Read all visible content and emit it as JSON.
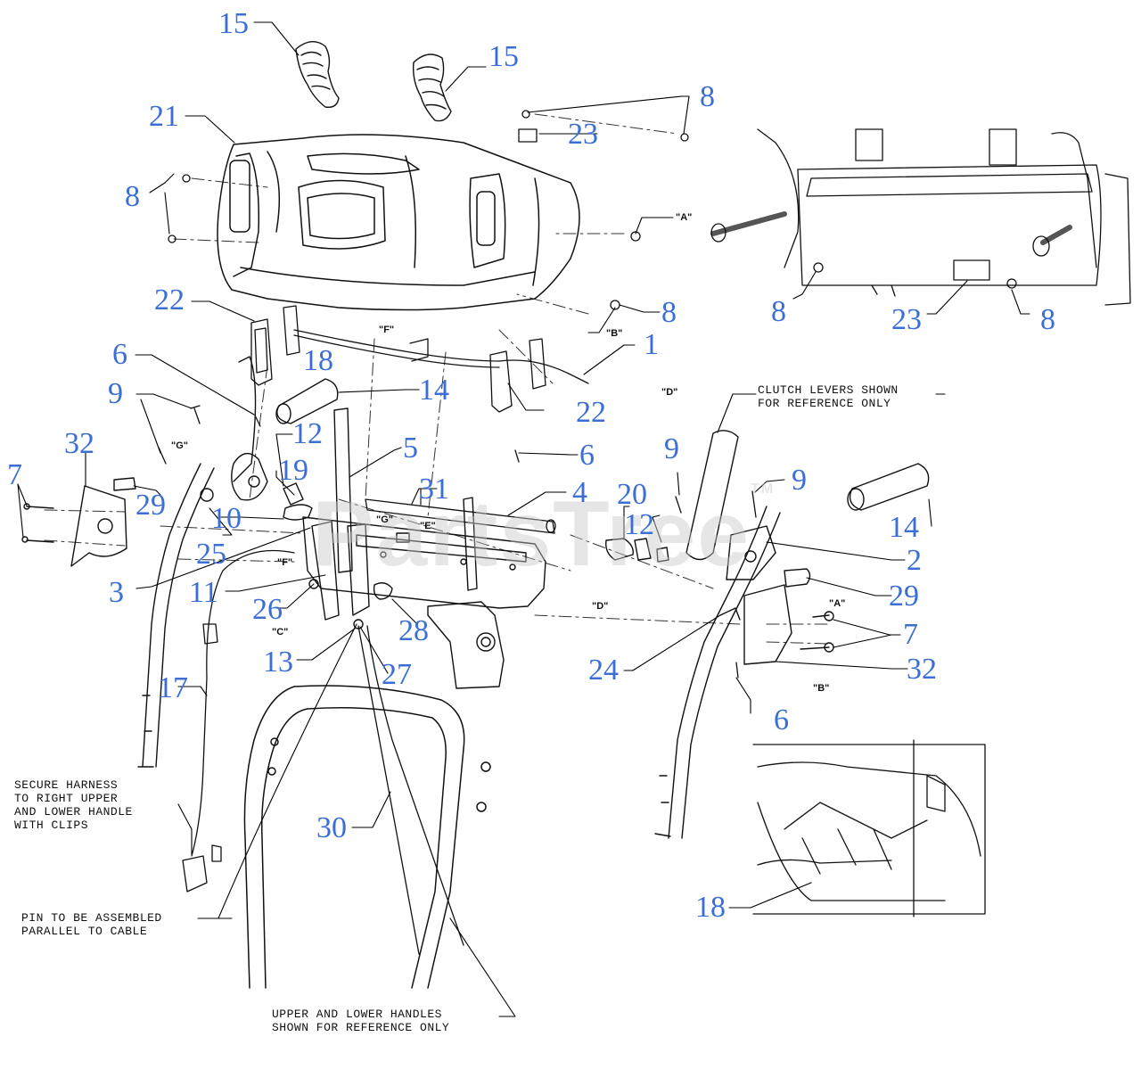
{
  "watermark": "PartsTree",
  "trademark": "TM",
  "callouts": [
    "15",
    "15",
    "8",
    "23",
    "21",
    "8",
    "8",
    "22",
    "1",
    "6",
    "18",
    "14",
    "9",
    "22",
    "12",
    "5",
    "32",
    "19",
    "6",
    "7",
    "29",
    "31",
    "4",
    "20",
    "9",
    "9",
    "10",
    "12",
    "14",
    "25",
    "2",
    "3",
    "11",
    "29",
    "26",
    "28",
    "7",
    "24",
    "13",
    "27",
    "32",
    "17",
    "6",
    "30",
    "8",
    "23",
    "8",
    "18"
  ],
  "notes": {
    "clutch": "CLUTCH LEVERS SHOWN\nFOR REFERENCE ONLY",
    "harness": "SECURE HARNESS\nTO RIGHT UPPER\nAND LOWER HANDLE\nWITH CLIPS",
    "pin": "PIN TO BE ASSEMBLED\nPARALLEL TO CABLE",
    "handles": "UPPER AND LOWER HANDLES\nSHOWN FOR REFERENCE ONLY"
  },
  "refs": [
    "\"A\"",
    "\"B\"",
    "\"F\"",
    "\"D\"",
    "\"G\"",
    "\"G\"",
    "\"E\"",
    "\"F\"",
    "\"D\"",
    "\"C\"",
    "\"A\"",
    "\"B\""
  ]
}
